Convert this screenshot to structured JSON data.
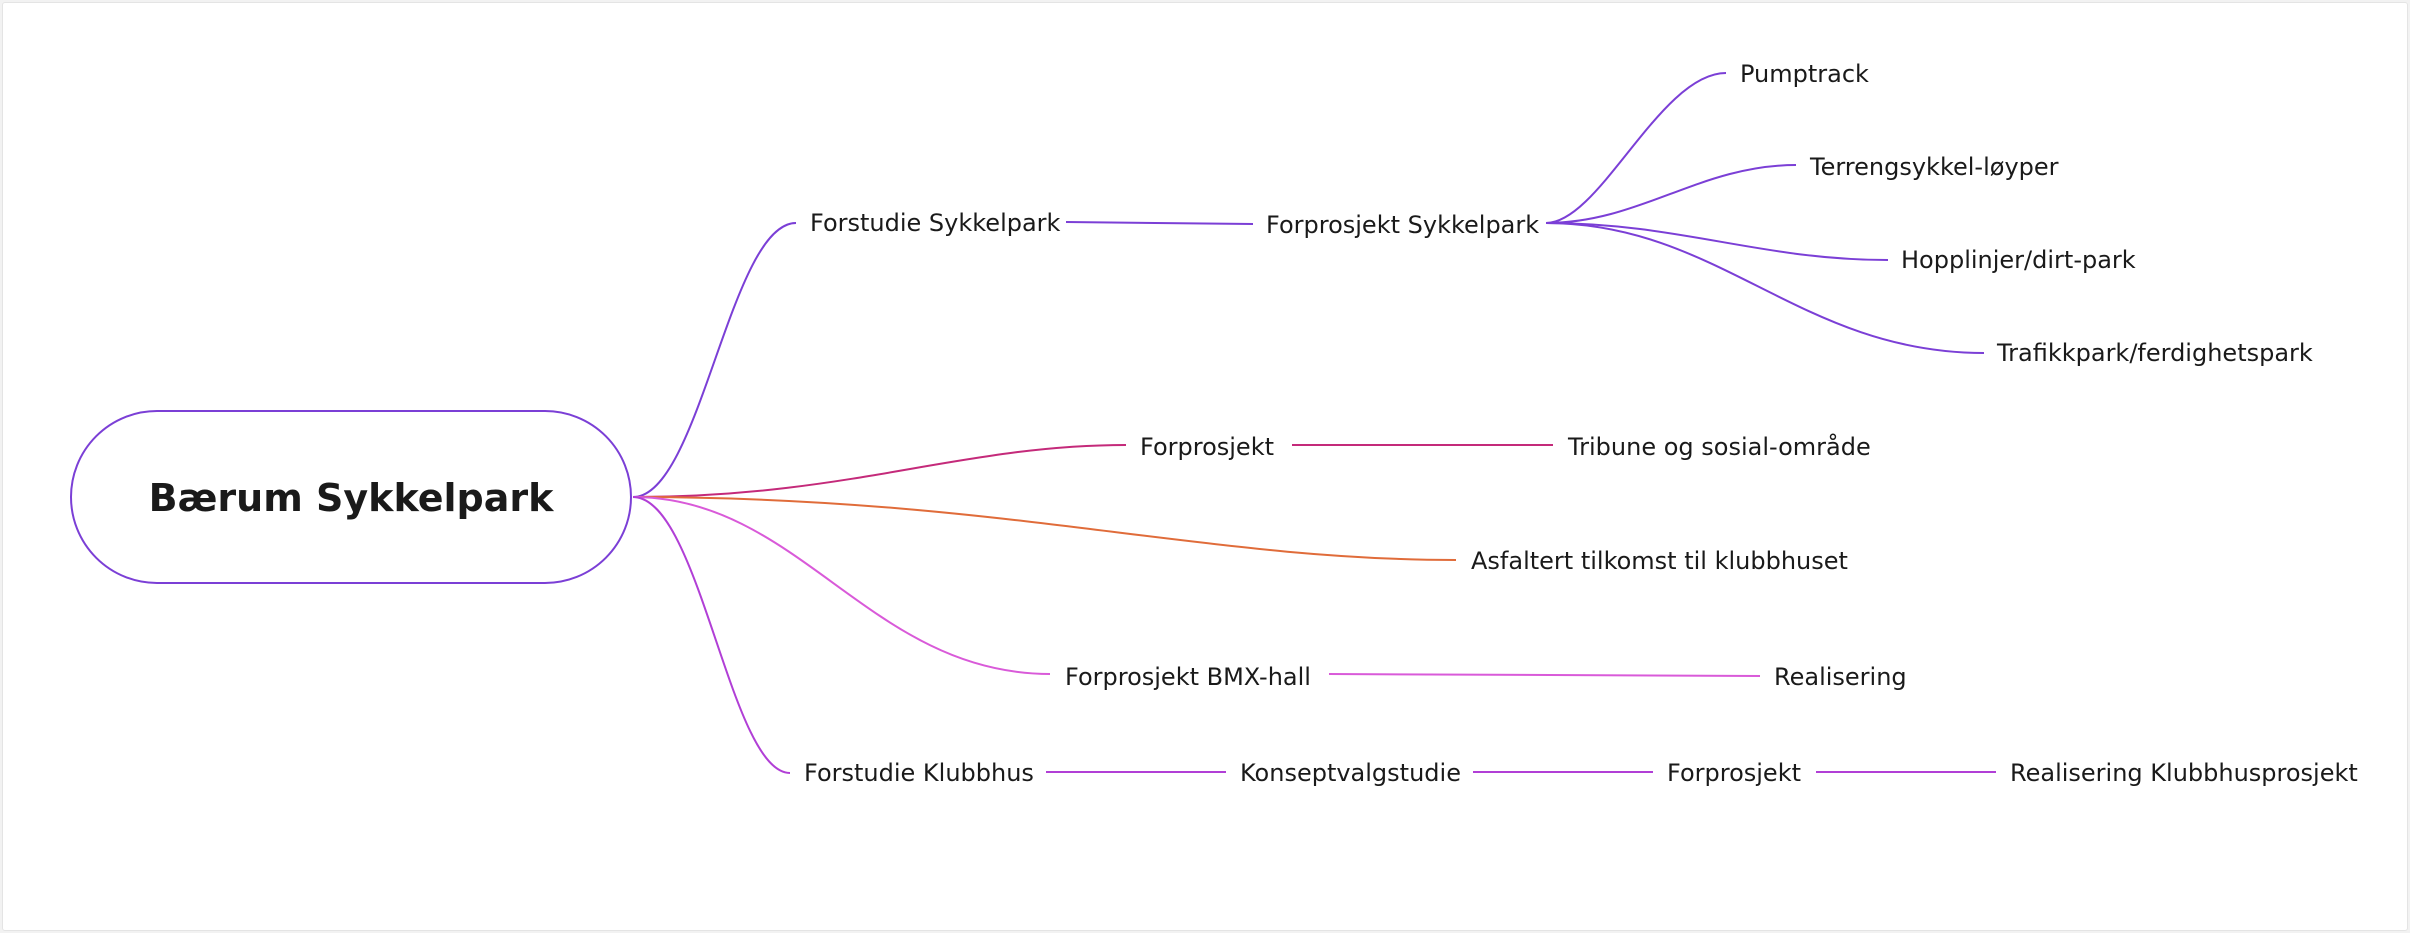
{
  "mindmap": {
    "root": "Bærum Sykkelpark",
    "colors": {
      "purple": "#7b3fd6",
      "magenta": "#c42a7a",
      "orange": "#e06c3a",
      "pink": "#d95ad9",
      "violet": "#b13fd6"
    },
    "nodes": {
      "forstudie_sykkelpark": "Forstudie Sykkelpark",
      "forprosjekt_sykkelpark": "Forprosjekt Sykkelpark",
      "pumptrack": "Pumptrack",
      "terrengsykkel": "Terrengsykkel-løyper",
      "hopplinjer": "Hopplinjer/dirt-park",
      "trafikkpark": "Trafikkpark/ferdighetspark",
      "forprosjekt": "Forprosjekt",
      "tribune": "Tribune og sosial-område",
      "asfaltert": "Asfaltert tilkomst til klubbhuset",
      "forprosjekt_bmx": "Forprosjekt BMX-hall",
      "realisering": "Realisering",
      "forstudie_klubbhus": "Forstudie Klubbhus",
      "konseptvalgstudie": "Konseptvalgstudie",
      "forprosjekt_klubbhus": "Forprosjekt",
      "realisering_klubbhus": "Realisering Klubbhusprosjekt"
    }
  }
}
